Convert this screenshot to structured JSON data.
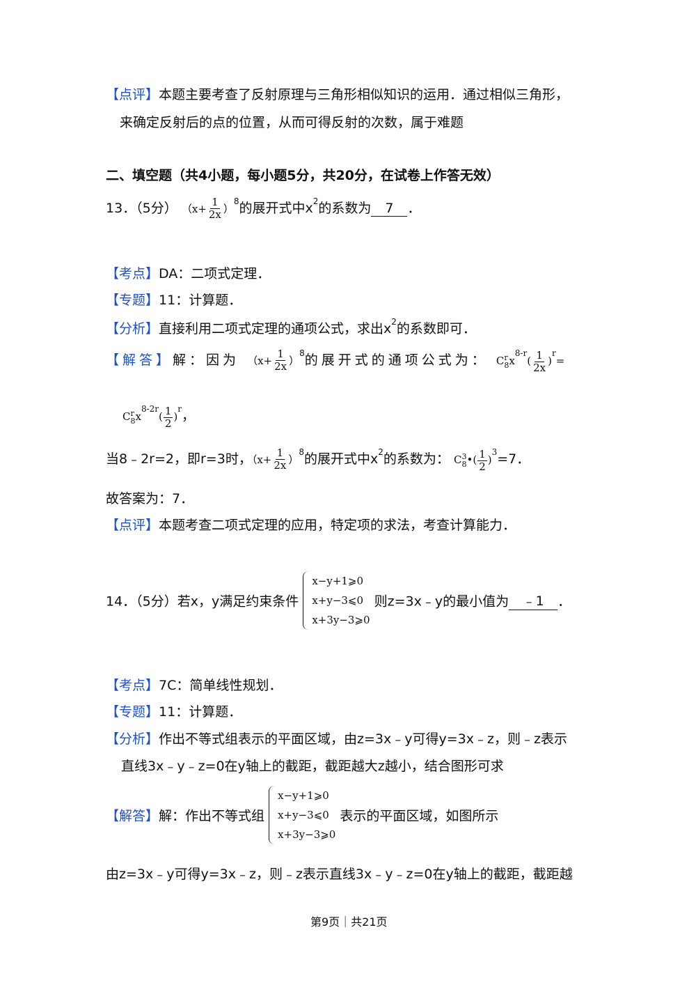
{
  "review1": {
    "tag": "【点评】",
    "line1": "本题主要考查了反射原理与三角形相似知识的运用．通过相似三角形，",
    "line2": "来确定反射后的点的位置，从而可得反射的次数，属于难题"
  },
  "section_title": "二、填空题（共4小题，每小题5分，共20分，在试卷上作答无效）",
  "q13": {
    "number": "13．（5分）",
    "paren_open": "（x+",
    "frac_num": "1",
    "frac_den": "2x",
    "paren_close": "）",
    "exp": "8",
    "text1": "的展开式中x",
    "sq": "2",
    "text2": "的系数为",
    "answer": "7",
    "end": "．"
  },
  "q13_analysis": {
    "kaodian_tag": "【考点】",
    "kaodian": "DA：二项式定理．",
    "zhuanti_tag": "【专题】",
    "zhuanti": "11：计算题．",
    "fenxi_tag": "【分析】",
    "fenxi_1": "直接利用二项式定理的通项公式，求出x",
    "fenxi_sq": "2",
    "fenxi_2": "的系数即可．",
    "jieda_tag": "【解答】",
    "jieda_1": "解：因为",
    "jieda_2": "的展开式的通项公式为：",
    "term_C": "C",
    "term_r": "r",
    "term_8": "8",
    "term_x": "x",
    "term_exp1": "8-r",
    "term_exp2": "8-2r",
    "half_num": "1",
    "half_den": "2",
    "eq": "=",
    "comma": "，",
    "when_1": "当8﹣2r=2，即r=3时，",
    "when_2": "的展开式中x",
    "when_3": "的系数为：",
    "c3": "3",
    "dot": "•",
    "result": "=7．",
    "answer_line": "故答案为：7．",
    "dianping_tag": "【点评】",
    "dianping": "本题考查二项式定理的应用，特定项的求法，考查计算能力．"
  },
  "q14": {
    "number": "14．（5分）若x，y满足约束条件",
    "ineq1": "x−y+1⩾0",
    "ineq2": "x+y−3⩽0",
    "ineq3": "x+3y−3⩾0",
    "text": "则z=3x﹣y的最小值为",
    "answer": "﹣1",
    "end": "．"
  },
  "q14_analysis": {
    "kaodian_tag": "【考点】",
    "kaodian": "7C：简单线性规划．",
    "zhuanti_tag": "【专题】",
    "zhuanti": "11：计算题．",
    "fenxi_tag": "【分析】",
    "fenxi_1": "作出不等式组表示的平面区域，由z=3x﹣y可得y=3x﹣z，则﹣z表示",
    "fenxi_2": "直线3x﹣y﹣z=0在y轴上的截距，截距越大z越小，结合图形可求",
    "jieda_tag": "【解答】",
    "jieda_1": "解：作出不等式组",
    "jieda_2": "表示的平面区域，如图所示",
    "last_line": "由z=3x﹣y可得y=3x﹣z，则﹣z表示直线3x﹣y﹣z=0在y轴上的截距，截距越"
  },
  "footer": "第9页｜共21页"
}
